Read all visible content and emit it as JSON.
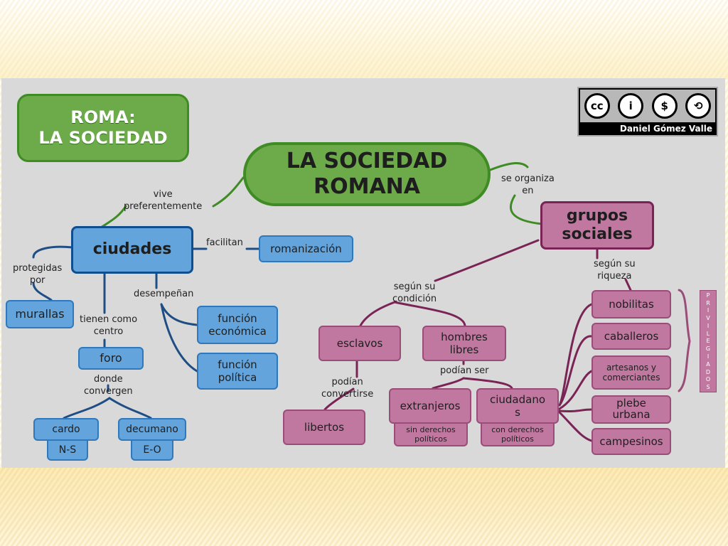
{
  "title_box": "ROMA:\nLA SOCIEDAD",
  "central": "LA SOCIEDAD\nROMANA",
  "license": {
    "badges": [
      "cc",
      "i",
      "$",
      "⟲"
    ],
    "author": "Daniel Gómez Valle"
  },
  "links": {
    "vive": "vive\npreferentemente",
    "se_organiza": "se organiza\nen",
    "facilitan": "facilitan",
    "protegidas": "protegidas\npor",
    "desempenan": "desempeñan",
    "tienen_como": "tienen como\ncentro",
    "donde": "donde\nconvergen",
    "segun_condicion": "según su\ncondición",
    "segun_riqueza": "según su\nriqueza",
    "podian_convertirse": "podían\nconvertirse",
    "podian_ser": "podían ser"
  },
  "nodes": {
    "ciudades": "ciudades",
    "romanizacion": "romanización",
    "murallas": "murallas",
    "funcion_economica": "función\neconómica",
    "funcion_politica": "función\npolítica",
    "foro": "foro",
    "cardo": "cardo",
    "cardo_sub": "N-S",
    "decumano": "decumano",
    "decumano_sub": "E-O",
    "grupos": "grupos\nsociales",
    "esclavos": "esclavos",
    "hombres_libres": "hombres\nlibres",
    "libertos": "libertos",
    "extranjeros": "extranjeros",
    "extranjeros_sub": "sin derechos\npolíticos",
    "ciudadanos": "ciudadano\ns",
    "ciudadanos_sub": "con derechos\npolíticos",
    "nobilitas": "nobilitas",
    "caballeros": "caballeros",
    "artesanos": "artesanos y\ncomerciantes",
    "plebe": "plebe\nurbana",
    "campesinos": "campesinos"
  },
  "privilegiados": [
    "P",
    "R",
    "I",
    "V",
    "I",
    "L",
    "E",
    "G",
    "I",
    "A",
    "D",
    "O",
    "S"
  ],
  "colors": {
    "green": "#6dab4a",
    "blue": "#63a4dc",
    "purple": "#c078a0",
    "panel": "#d9d9d9"
  }
}
